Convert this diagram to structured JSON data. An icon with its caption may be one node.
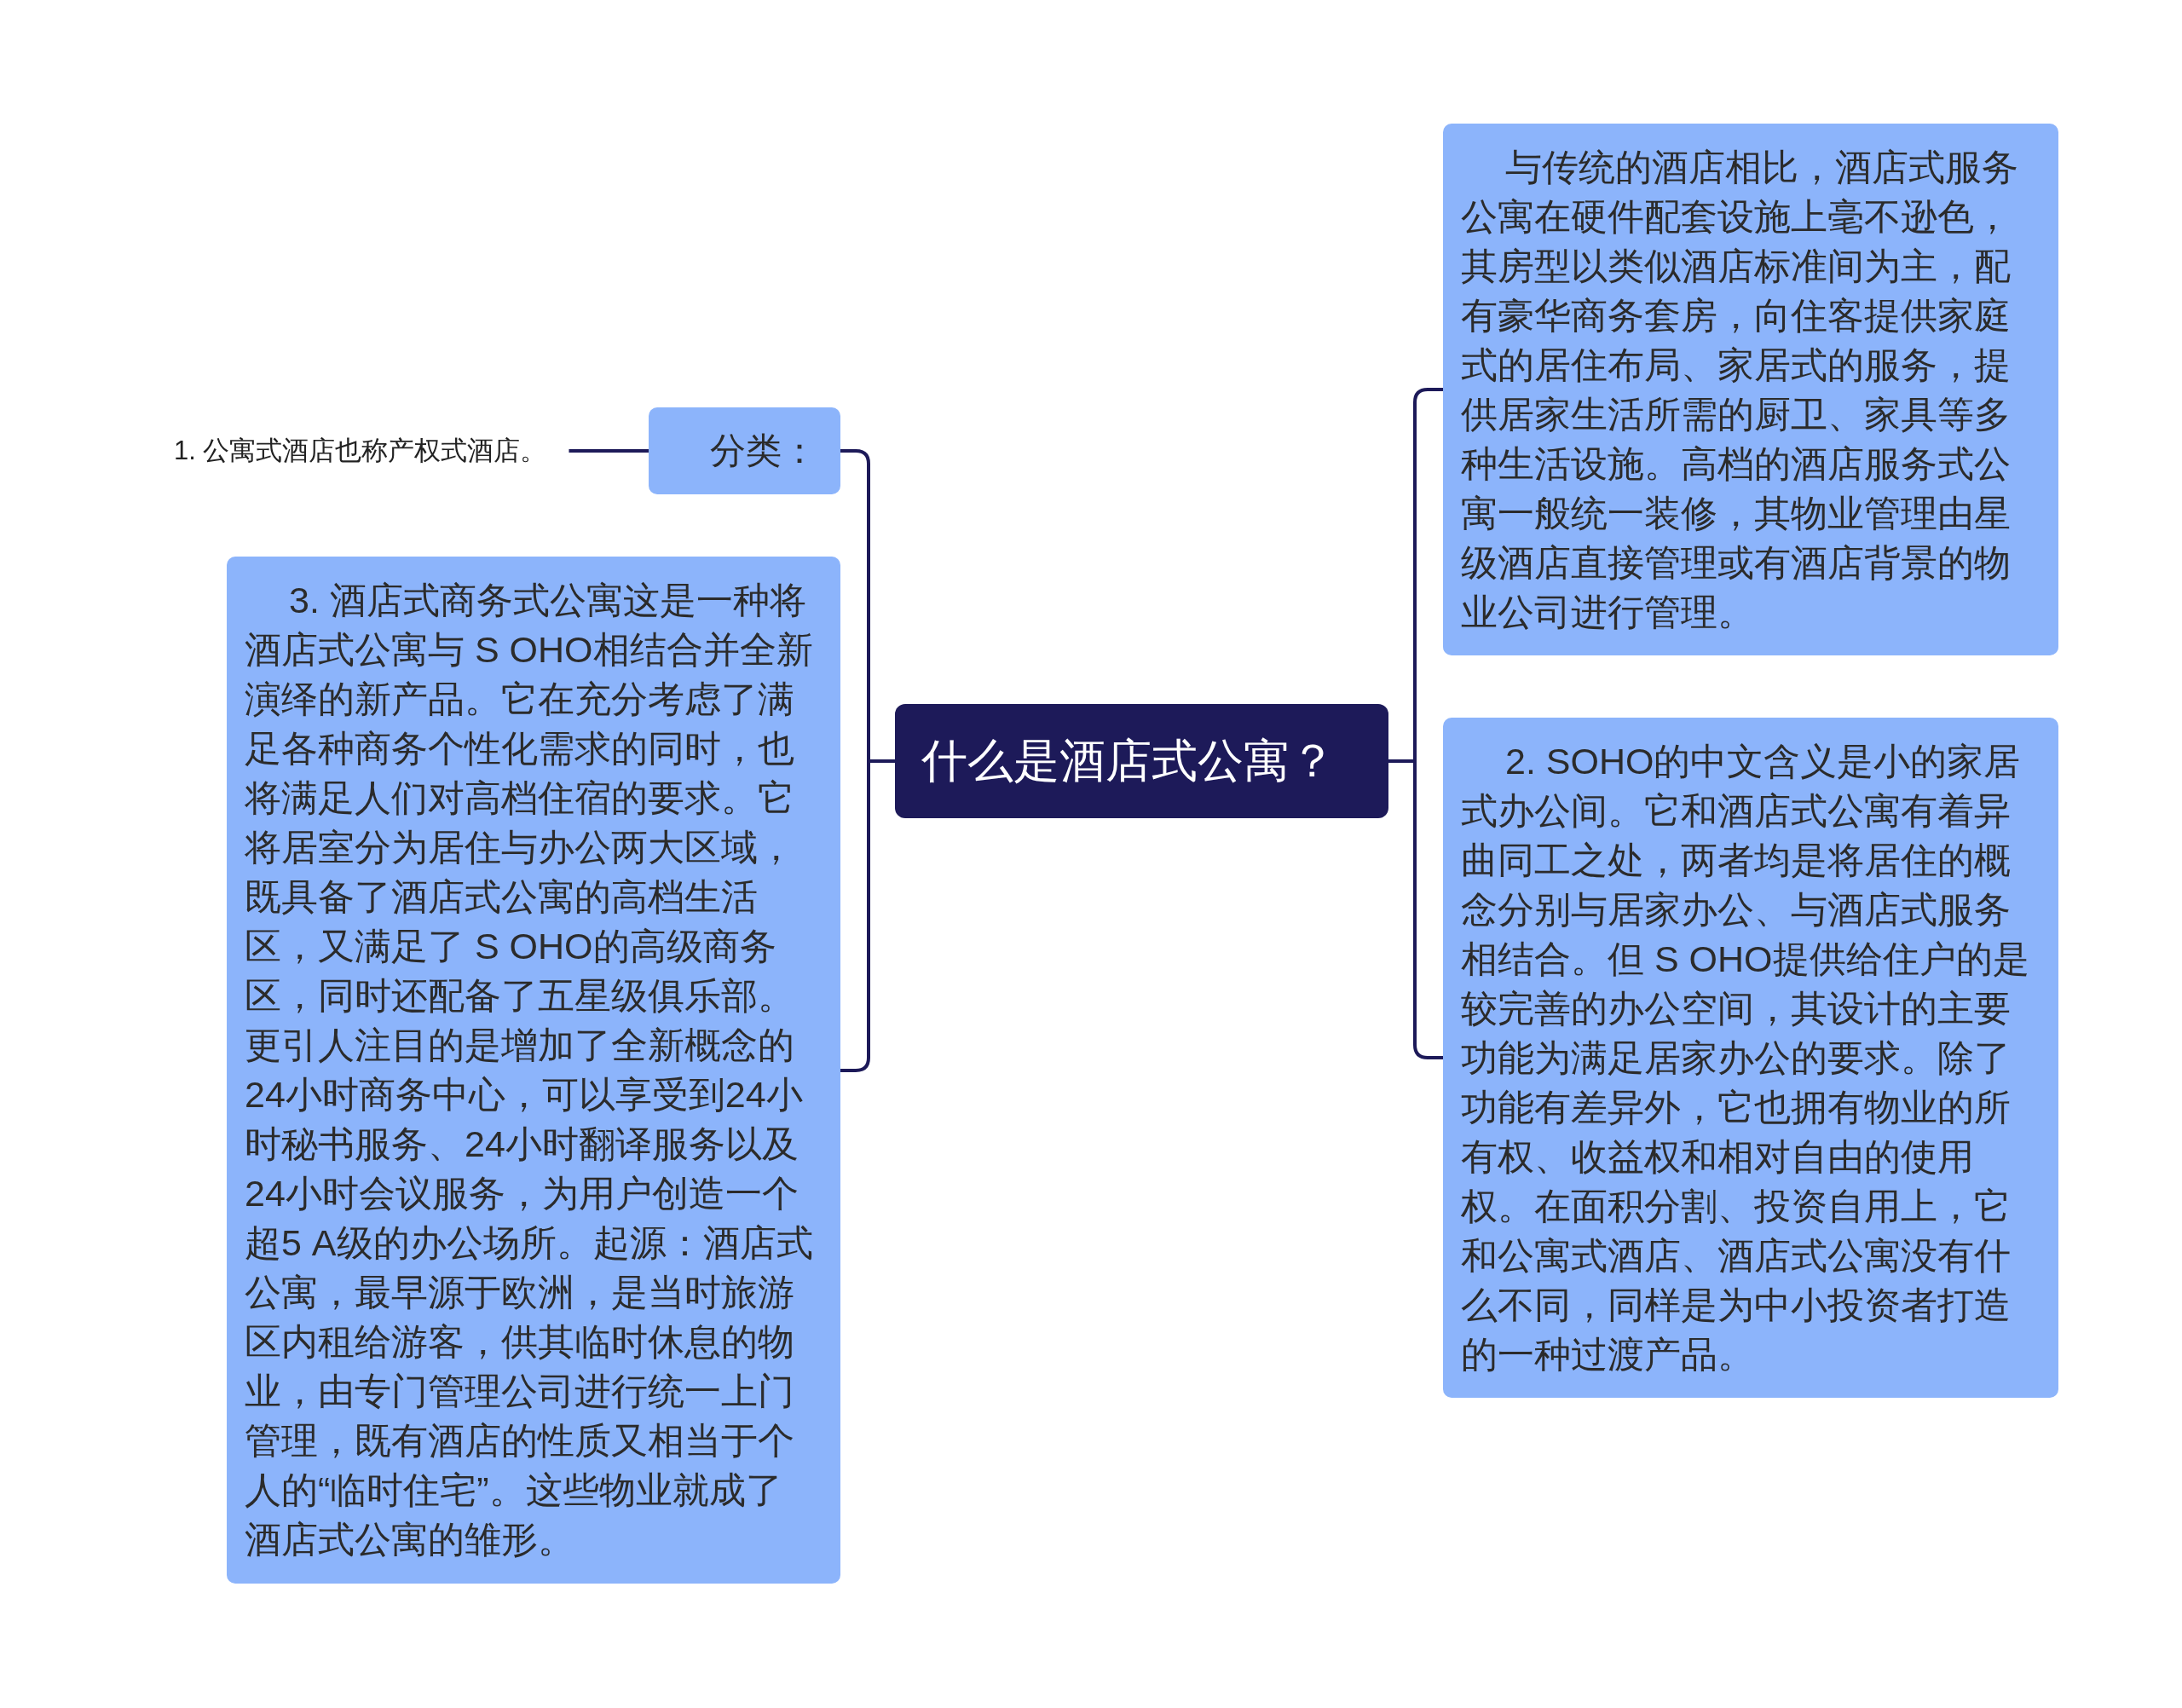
{
  "diagram": {
    "nodes": [
      {
        "text": [
          "什么是酒店式公寓？"
        ]
      },
      {
        "text": [
          "分类："
        ]
      },
      {
        "text": [
          "1. 公寓式酒店也称产权式酒店。"
        ]
      },
      {
        "text": [
          "3. 酒店式商务式公寓这是一种将酒店式公寓与 S OHO相结合并全新演绎的新产品。它在充分考虑了满足各种商务个性化需求的同时，也将满足人们对高档住宿的要求。它将居室分为居住与办公两大区域，既具备了酒店式公寓的高档生活区，又满足了 S OHO的高级商务区，同时还配备了五星级俱乐部。更引人注目的是增加了全新概念的24小时商务中心，可以享受到24小时秘书服务、24小时翻译服务以及24小时会议服务，为用户创造一个超5 A级的办公场所。起源：酒店式公寓，最早源于欧洲，是当时旅游区内租给游客，供其临时休息的物业，由专门管理公司进行统一上门管理，既有酒店的性质又相当于个人的“临时住宅”。这些物业就成了酒店式公寓的雏形。"
        ]
      },
      {
        "text": [
          "与传统的酒店相比，酒店式服务公寓在硬件配套设施上毫不逊色，其房型以类似酒店标准间为主，配有豪华商务套房，向住客提供家庭式的居住布局、家居式的服务，提供居家生活所需的厨卫、家具等多种生活设施。高档的酒店服务式公寓一般统一装修，其物业管理由星级酒店直接管理或有酒店背景的物业公司进行管理。"
        ]
      },
      {
        "text": [
          "2. SOHO的中文含义是小的家居式办公间。它和酒店式公寓有着异曲同工之处，两者均是将居住的概念分别与居家办公、与酒店式服务相结合。但 S OHO提供给住户的是较完善的办公空间，其设计的主要功能为满足居家办公的要求。除了功能有差异外，它也拥有物业的所有权、收益权和相对自由的使用权。在面积分割、投资自用上，它和公寓式酒店、酒店式公寓没有什么不同，同样是为中小投资者打造的一种过渡产品。"
        ]
      }
    ],
    "edges": [
      {
        "from": 0,
        "to": 1,
        "arrow": "none"
      },
      {
        "from": 1,
        "to": 2,
        "arrow": "none"
      },
      {
        "from": 0,
        "to": 3,
        "arrow": "none"
      },
      {
        "from": 0,
        "to": 4,
        "arrow": "none"
      },
      {
        "from": 0,
        "to": 5,
        "arrow": "none"
      }
    ]
  }
}
